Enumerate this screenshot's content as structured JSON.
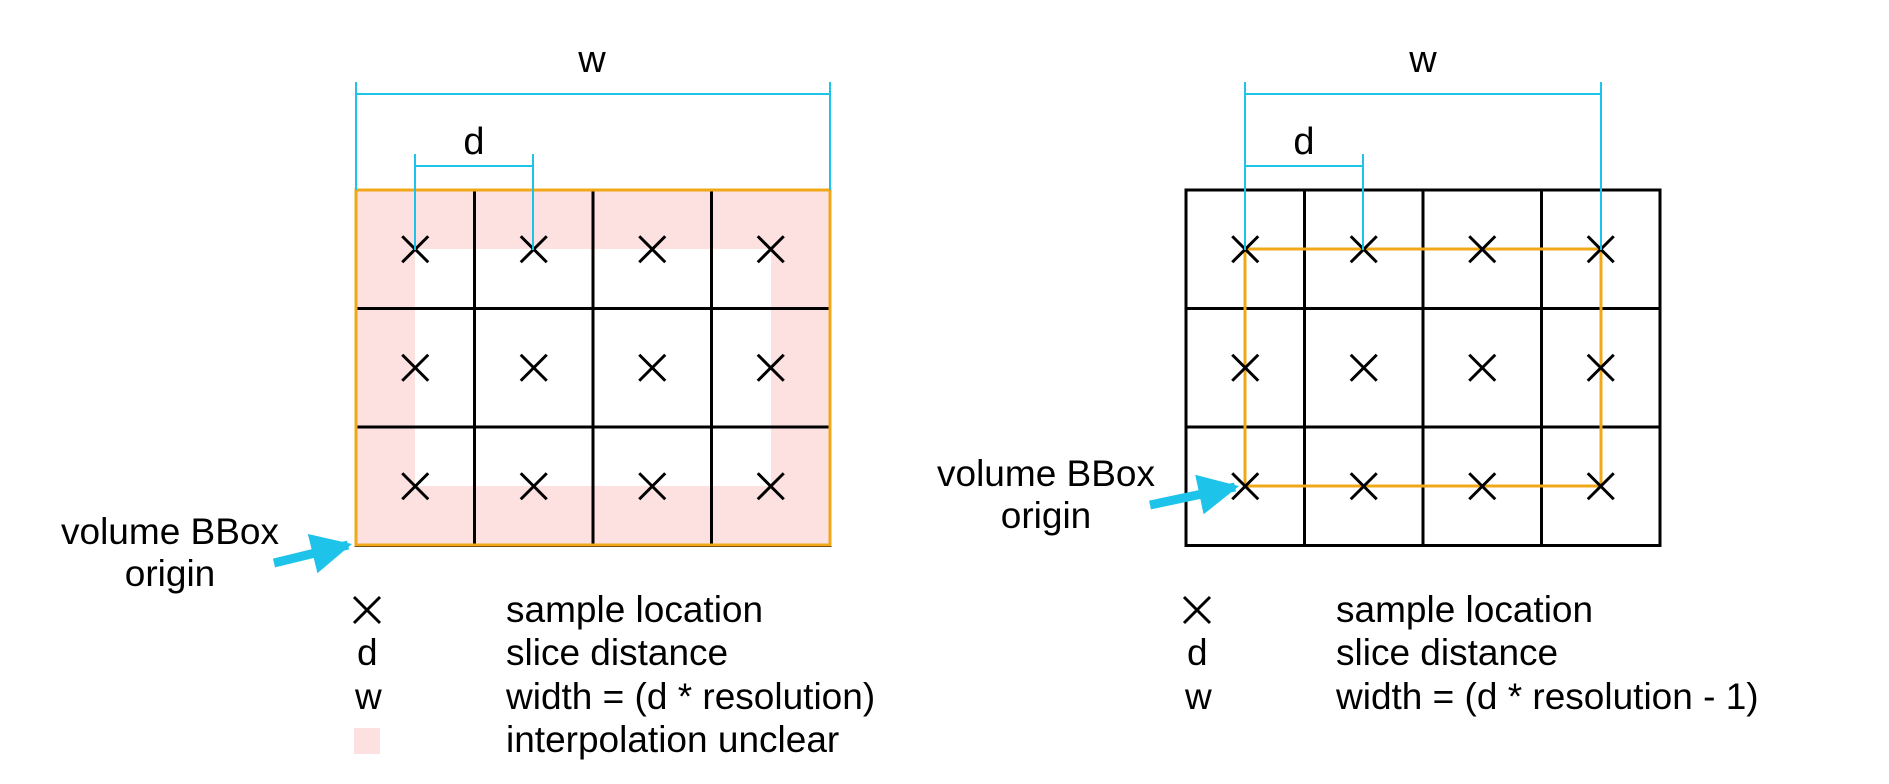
{
  "colors": {
    "dimension": "#1ec3ea",
    "bbox": "#f0a818",
    "grid": "#000000",
    "unclear": "#fde0e0",
    "arrow": "#1ec3ea"
  },
  "diagrams": [
    {
      "id": "left",
      "dim_w_label": "w",
      "dim_d_label": "d",
      "origin_label_line1": "volume BBox",
      "origin_label_line2": "origin",
      "legend": [
        {
          "symbol": "×",
          "text": "sample location"
        },
        {
          "symbol": "d",
          "text": "slice distance"
        },
        {
          "symbol": "w",
          "text": "width = (d * resolution)"
        },
        {
          "symbol": "swatch",
          "text": "interpolation unclear"
        }
      ]
    },
    {
      "id": "right",
      "dim_w_label": "w",
      "dim_d_label": "d",
      "origin_label_line1": "volume BBox",
      "origin_label_line2": "origin",
      "legend": [
        {
          "symbol": "×",
          "text": "sample location"
        },
        {
          "symbol": "d",
          "text": "slice distance"
        },
        {
          "symbol": "w",
          "text": "width = (d * resolution - 1)"
        }
      ]
    }
  ]
}
